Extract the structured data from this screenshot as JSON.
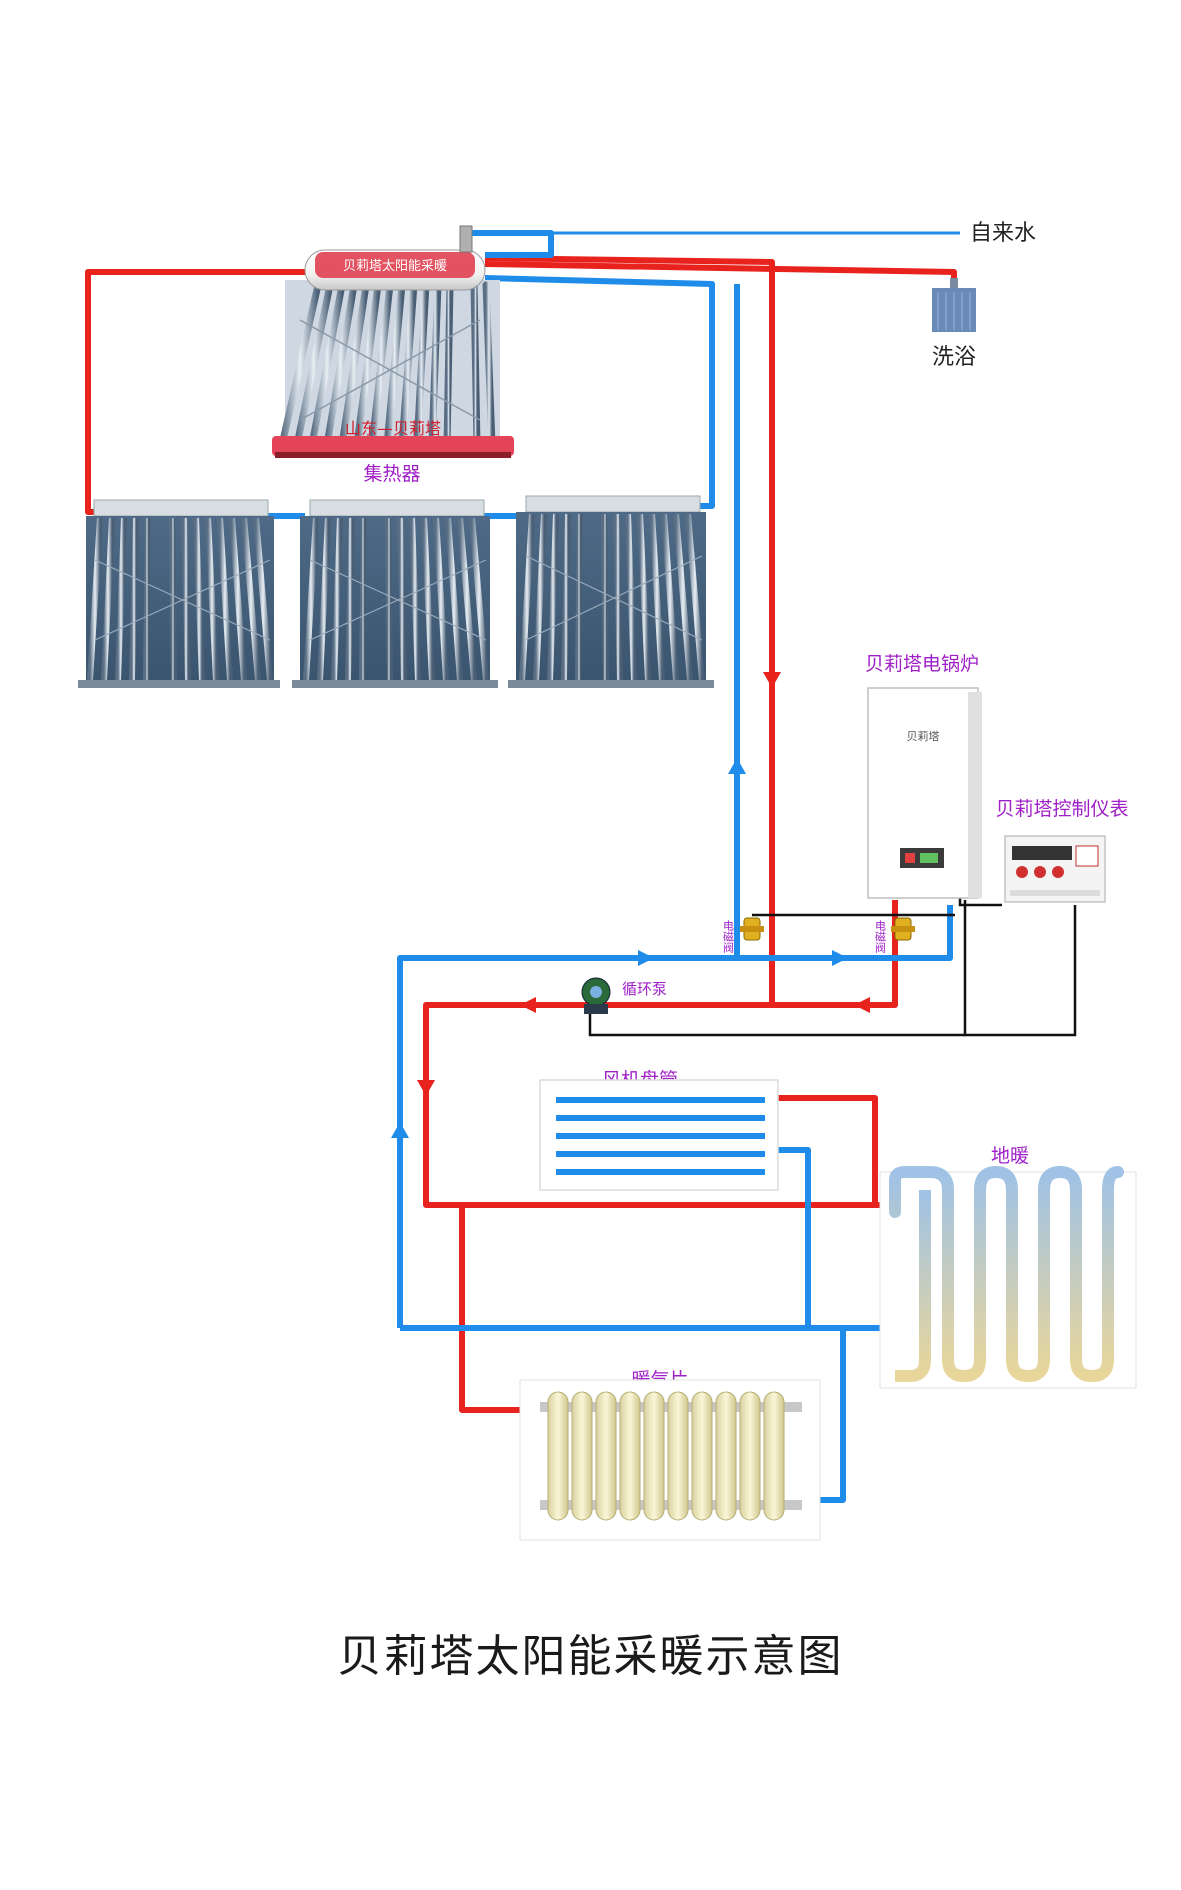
{
  "title": "贝莉塔太阳能采暖示意图",
  "labels": {
    "tap_water": "自来水",
    "bath": "洗浴",
    "tank_brand": "贝莉塔太阳能采暖",
    "rail_brand": "山东—贝莉塔",
    "collector": "集热器",
    "boiler": "贝莉塔电锅炉",
    "boiler_logo": "贝莉塔",
    "controller": "贝莉塔控制仪表",
    "valve_left": "电磁阀",
    "valve_right": "电磁阀",
    "pump": "循环泵",
    "fan_coil": "风机盘管",
    "floor_heating": "地暖",
    "radiator": "暖气片"
  },
  "colors": {
    "hot_pipe": "#e8231e",
    "cold_pipe": "#1e8ce8",
    "signal_wire": "#111111",
    "label_accent": "#a020c8"
  }
}
